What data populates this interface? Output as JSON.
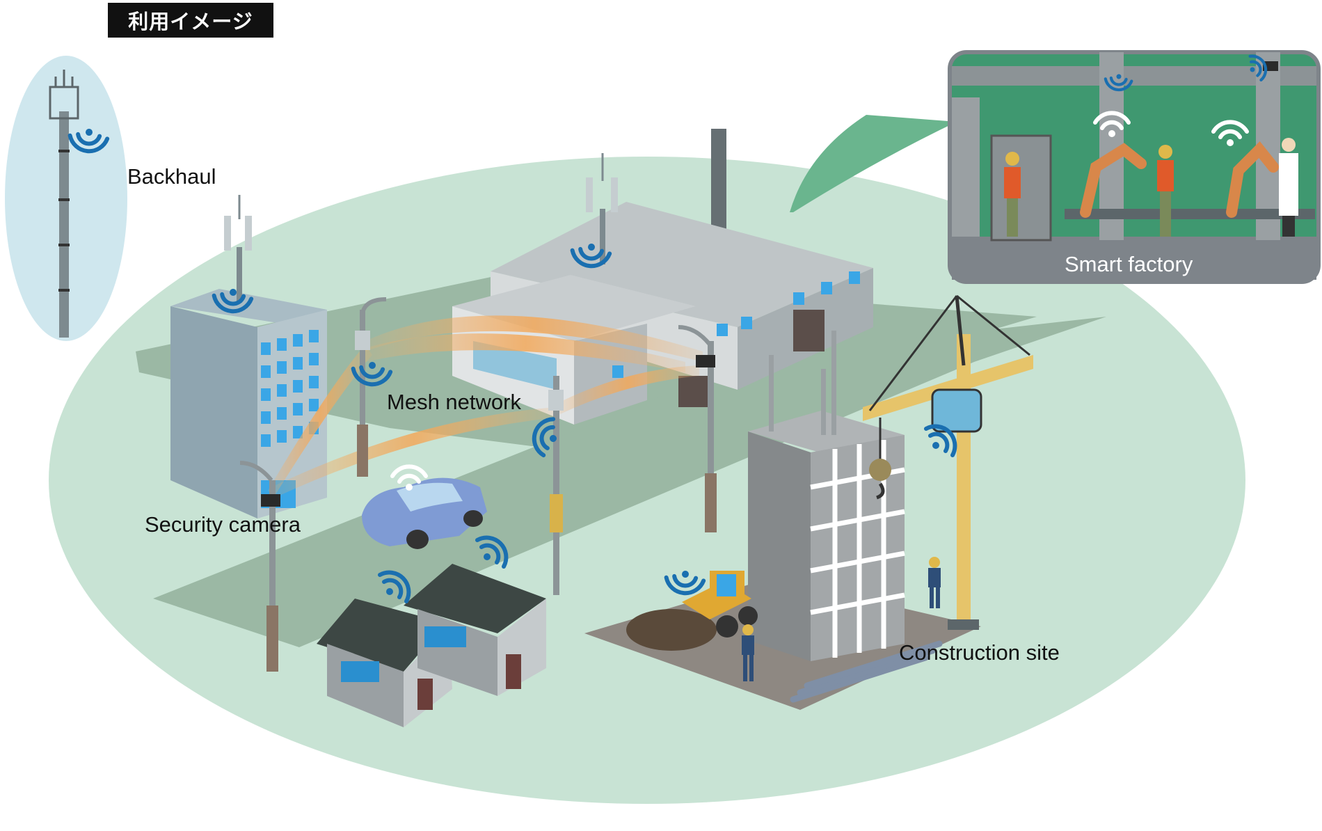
{
  "header": {
    "tag": "利用イメージ"
  },
  "labels": {
    "backhaul": "Backhaul",
    "mesh_network": "Mesh network",
    "security_camera": "Security camera",
    "construction_site": "Construction site",
    "smart_factory": "Smart factory"
  },
  "colors": {
    "zone_fill": "#c8e3d4",
    "road": "#9bb8a4",
    "tower_bubble": "#cfe7ee",
    "wifi": "#1a6fb0",
    "mesh_beam": "#f2b06a",
    "building_blue": "#8fa5b0",
    "window_blue": "#3aa6e6",
    "factory_bg": "#3f9870"
  },
  "icons": [
    "wifi-icon",
    "antenna-icon",
    "camera-icon",
    "car-icon",
    "house-icon",
    "crane-icon",
    "excavator-icon",
    "worker-icon",
    "robot-arm-icon"
  ]
}
